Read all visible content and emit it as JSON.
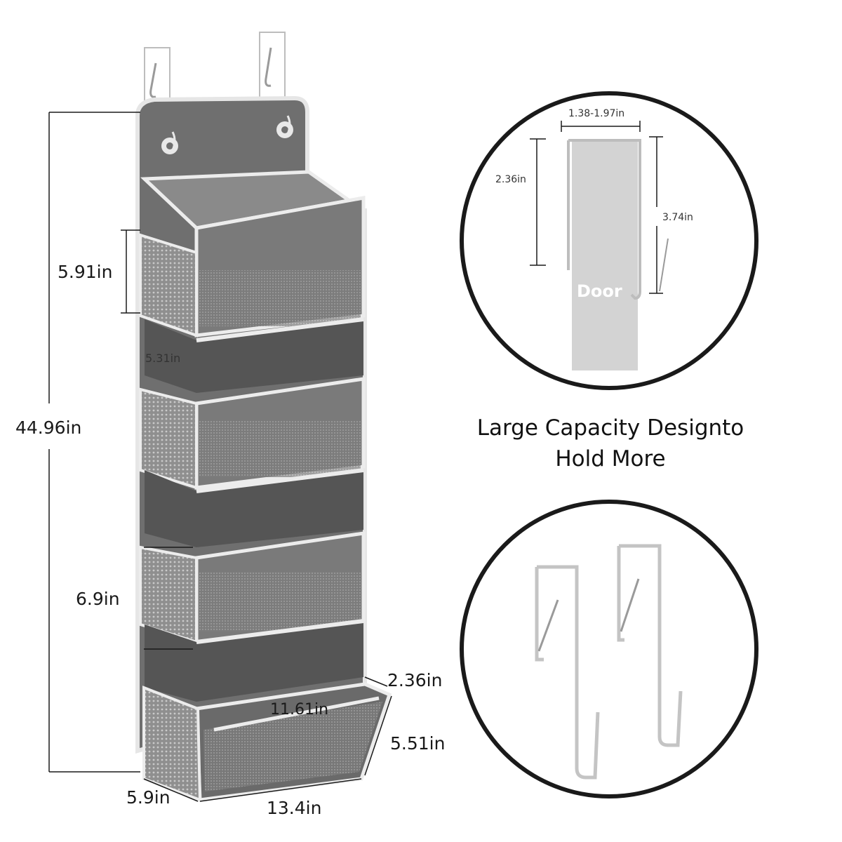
{
  "dimensions": {
    "total_height": "44.96in",
    "top_pocket_height": "5.91in",
    "pocket_gap": "5.31in",
    "pocket_height": "6.9in",
    "bottom_pocket_depth": "2.36in",
    "inner_width": "11.61in",
    "bottom_pocket_height": "5.51in",
    "depth": "5.9in",
    "width": "13.4in"
  },
  "door_detail": {
    "gap_range": "1.38-1.97in",
    "hook_inner": "2.36in",
    "hook_total": "3.74in",
    "door_label": "Door"
  },
  "headline": {
    "line1": "Large Capacity Designto",
    "line2": "Hold More"
  },
  "colors": {
    "fabric": "#6f6f6f",
    "fabric_dark": "#5a5a5a",
    "trim": "#ececec",
    "mesh": "#9a9a9a",
    "circle_outline": "#1a1a1a",
    "door": "#d3d3d3"
  }
}
